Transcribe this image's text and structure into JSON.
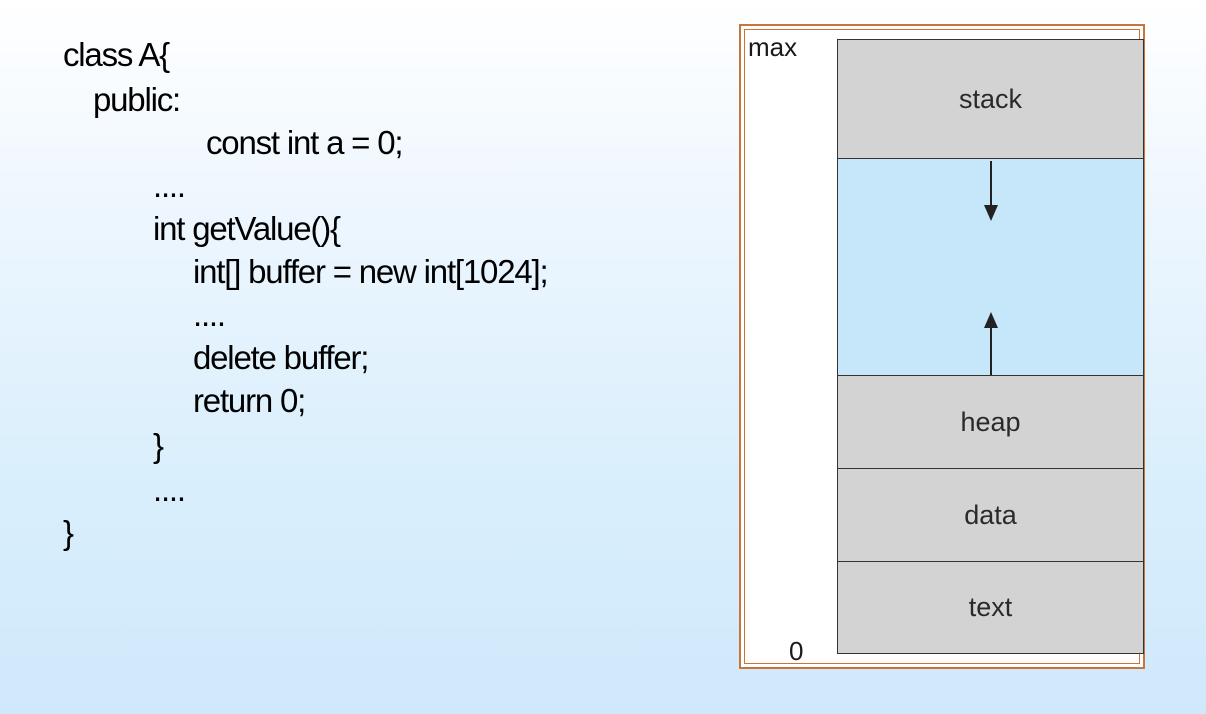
{
  "code": {
    "lines": [
      "class A{",
      "public:",
      "const int a = 0;",
      "....",
      "int getValue(){",
      "int[] buffer = new int[1024];",
      "....",
      "delete buffer;",
      "return 0;",
      "}",
      "....",
      "}"
    ]
  },
  "memory_layout": {
    "max_label": "max",
    "min_label": "0",
    "segments": {
      "stack": "stack",
      "heap": "heap",
      "data": "data",
      "text": "text"
    },
    "colors": {
      "segment_fill": "#d3d3d3",
      "free_space_fill": "#c6e7f9",
      "frame_border": "#c8743a"
    },
    "icons": {
      "stack_growth": "arrow-down-icon",
      "heap_growth": "arrow-up-icon"
    }
  }
}
